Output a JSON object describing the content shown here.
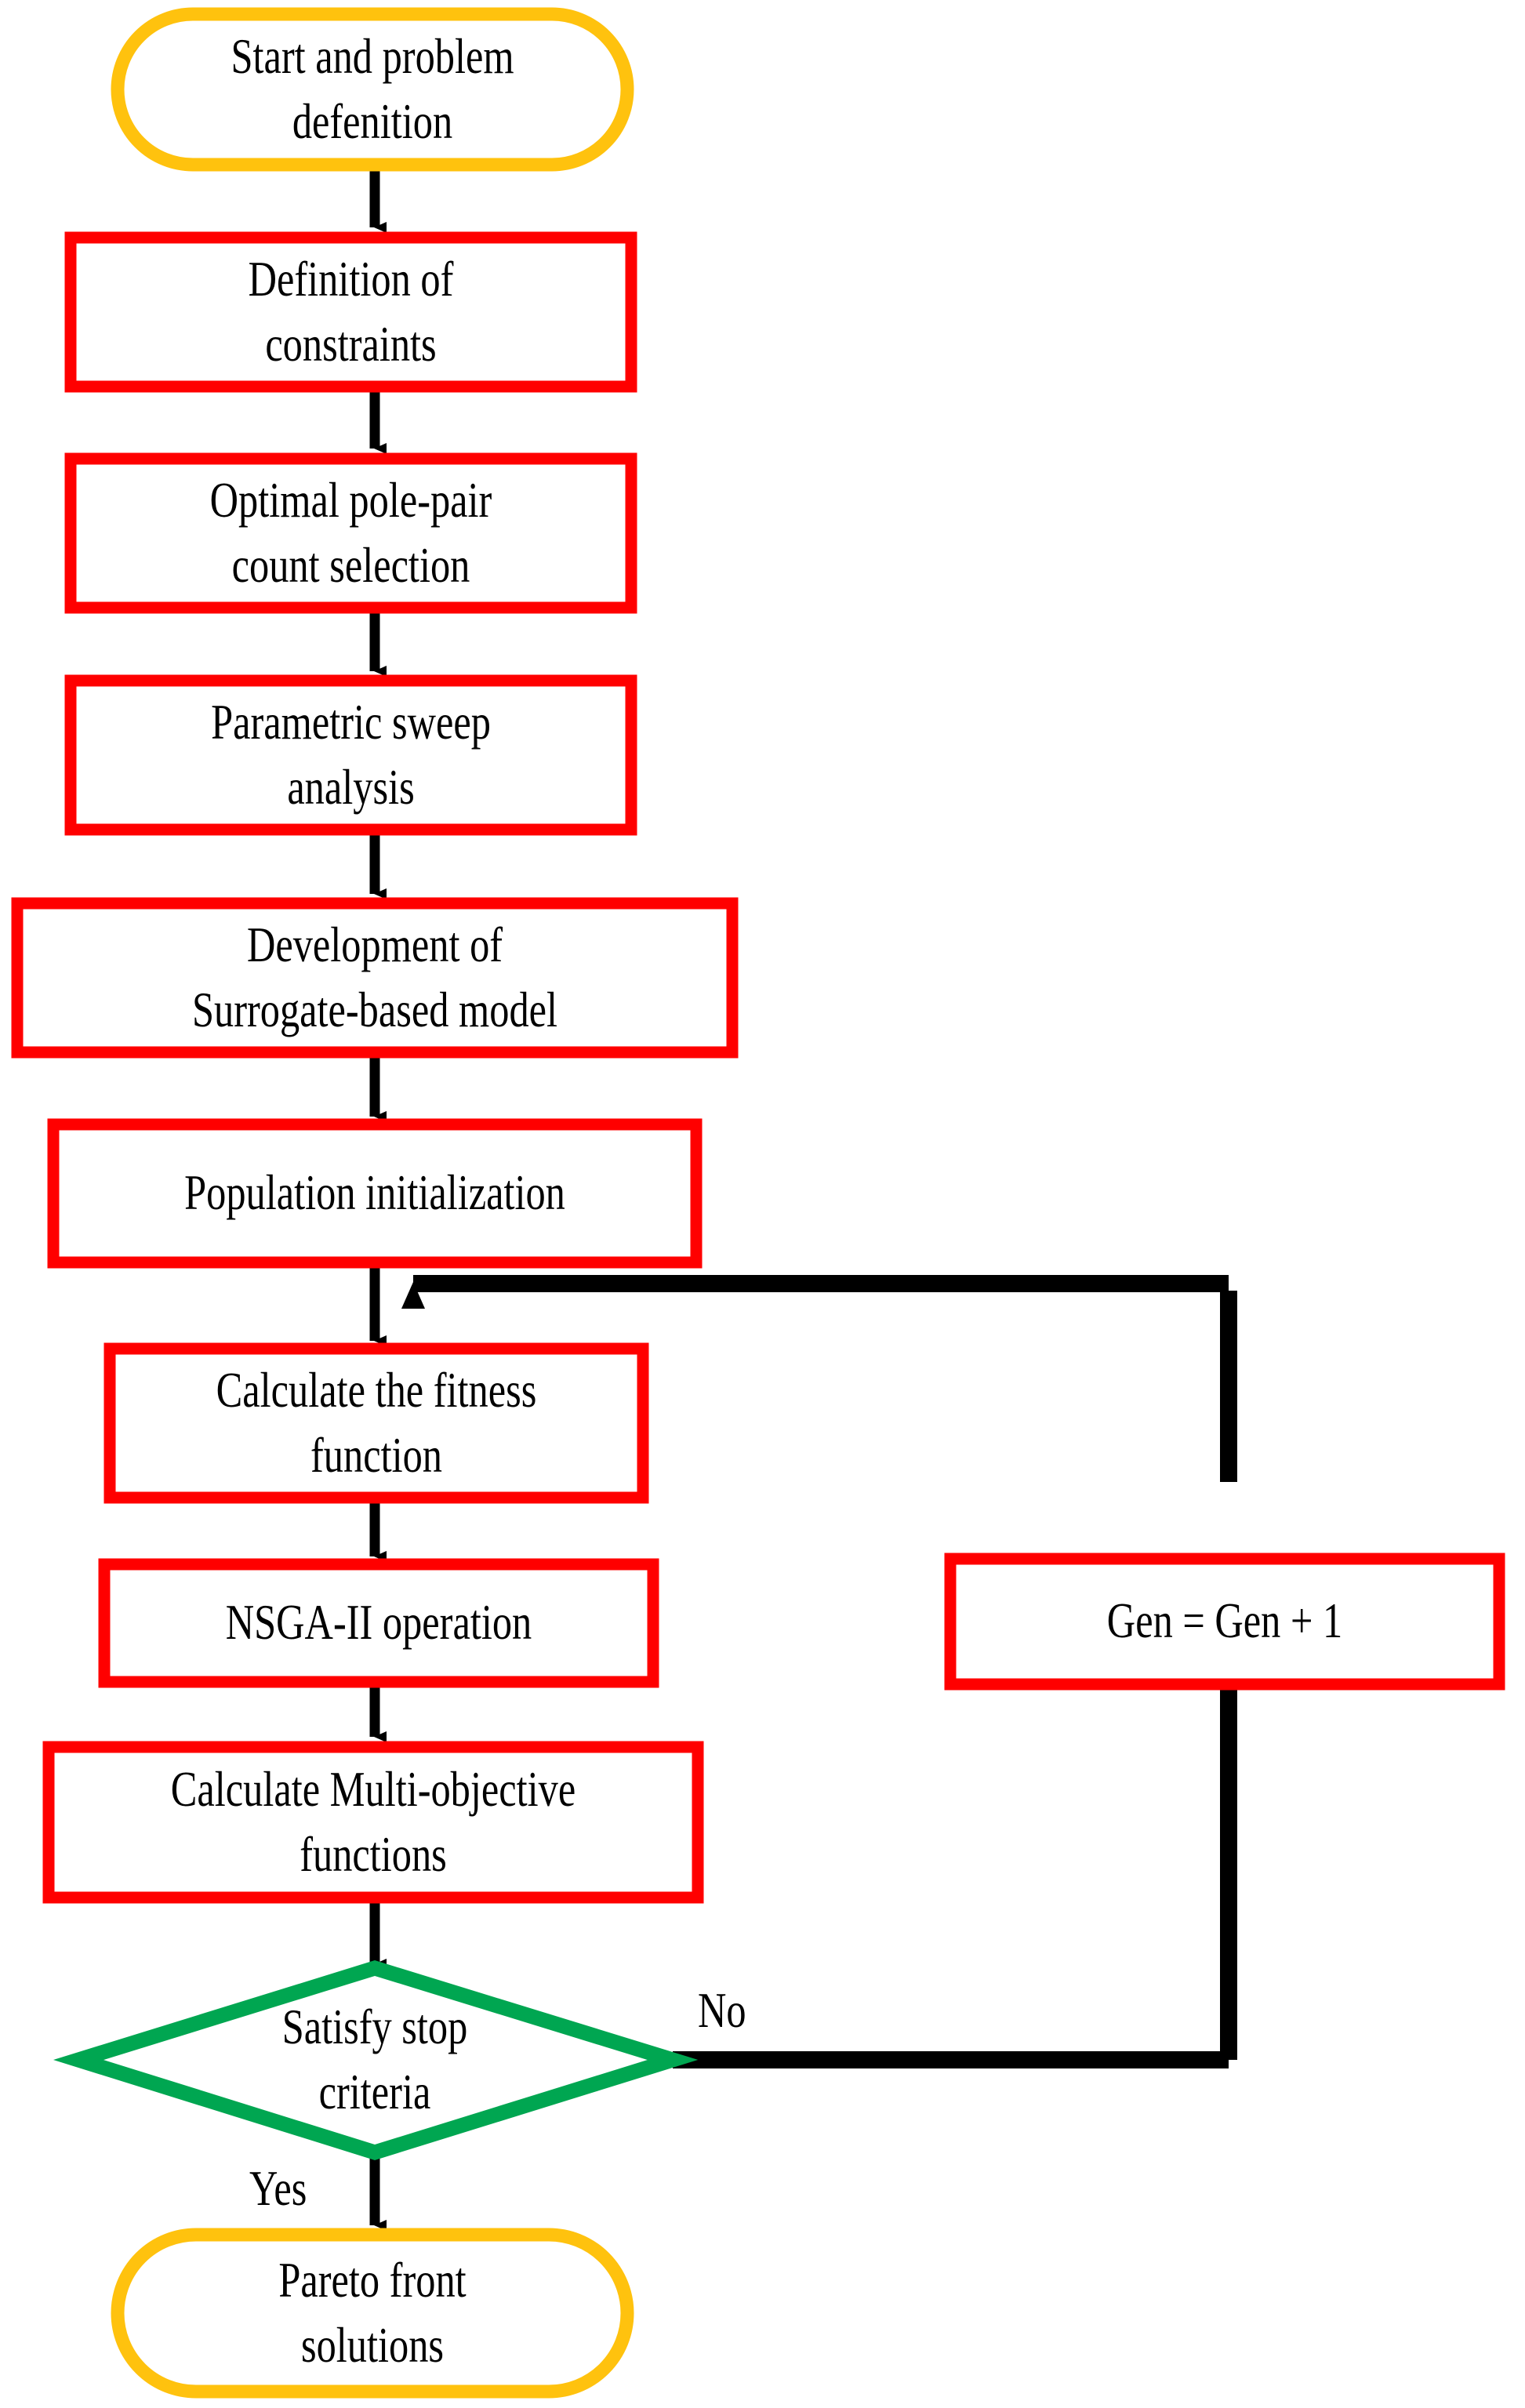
{
  "diagram": {
    "title": "NSGA-II surrogate-based multi-objective optimization flowchart",
    "colors": {
      "terminator_border": "#FFC20E",
      "process_border": "#FF0000",
      "decision_border": "#00A651",
      "connector": "#000000",
      "text": "#000000",
      "background": "#FFFFFF"
    },
    "nodes": [
      {
        "id": "start",
        "shape": "terminator",
        "lines": [
          "Start and problem",
          "defenition"
        ]
      },
      {
        "id": "constraints",
        "shape": "process",
        "lines": [
          "Definition of",
          "constraints"
        ]
      },
      {
        "id": "pole-pair",
        "shape": "process",
        "lines": [
          "Optimal pole-pair",
          "count selection"
        ]
      },
      {
        "id": "parametric-sweep",
        "shape": "process",
        "lines": [
          "Parametric sweep",
          "analysis"
        ]
      },
      {
        "id": "surrogate-model",
        "shape": "process",
        "lines": [
          "Development of",
          "Surrogate-based model"
        ]
      },
      {
        "id": "population-init",
        "shape": "process",
        "lines": [
          "Population initialization"
        ]
      },
      {
        "id": "fitness",
        "shape": "process",
        "lines": [
          "Calculate the fitness",
          "function"
        ]
      },
      {
        "id": "nsga2",
        "shape": "process",
        "lines": [
          "NSGA-II operation"
        ]
      },
      {
        "id": "multi-objective",
        "shape": "process",
        "lines": [
          "Calculate Multi-objective",
          "functions"
        ]
      },
      {
        "id": "stop-criteria",
        "shape": "decision",
        "lines": [
          "Satisfy stop",
          "criteria"
        ]
      },
      {
        "id": "generation-increment",
        "shape": "process",
        "lines": [
          "Gen = Gen + 1"
        ]
      },
      {
        "id": "pareto",
        "shape": "terminator",
        "lines": [
          "Pareto front",
          "solutions"
        ]
      }
    ],
    "edge_labels": {
      "no": "No",
      "yes": "Yes"
    }
  }
}
